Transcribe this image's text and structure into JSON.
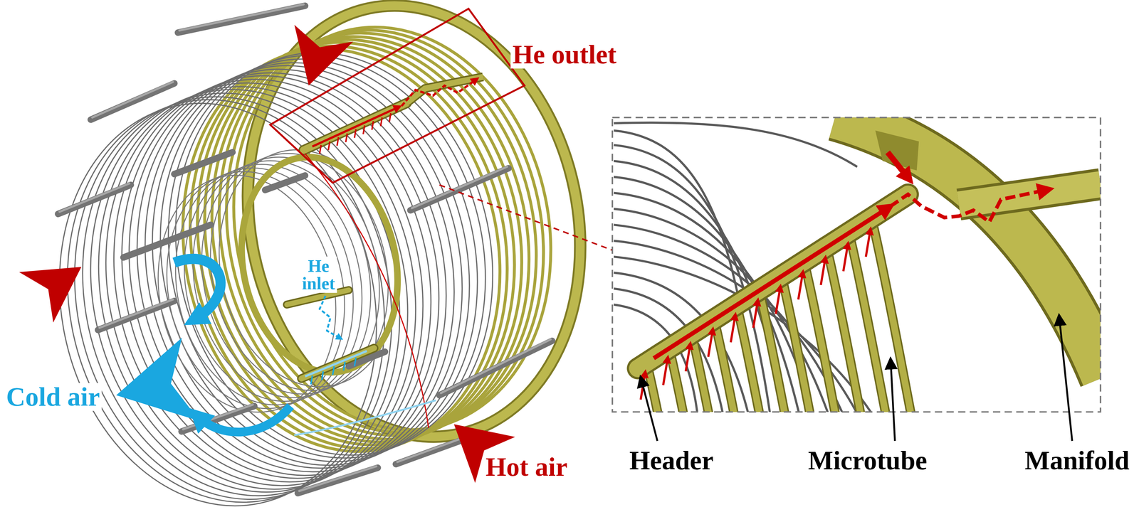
{
  "diagram": {
    "labels": [
      "He outlet",
      "He inlet",
      "Cold air",
      "Hot air",
      "Header",
      "Microtube",
      "Manifold"
    ]
  }
}
